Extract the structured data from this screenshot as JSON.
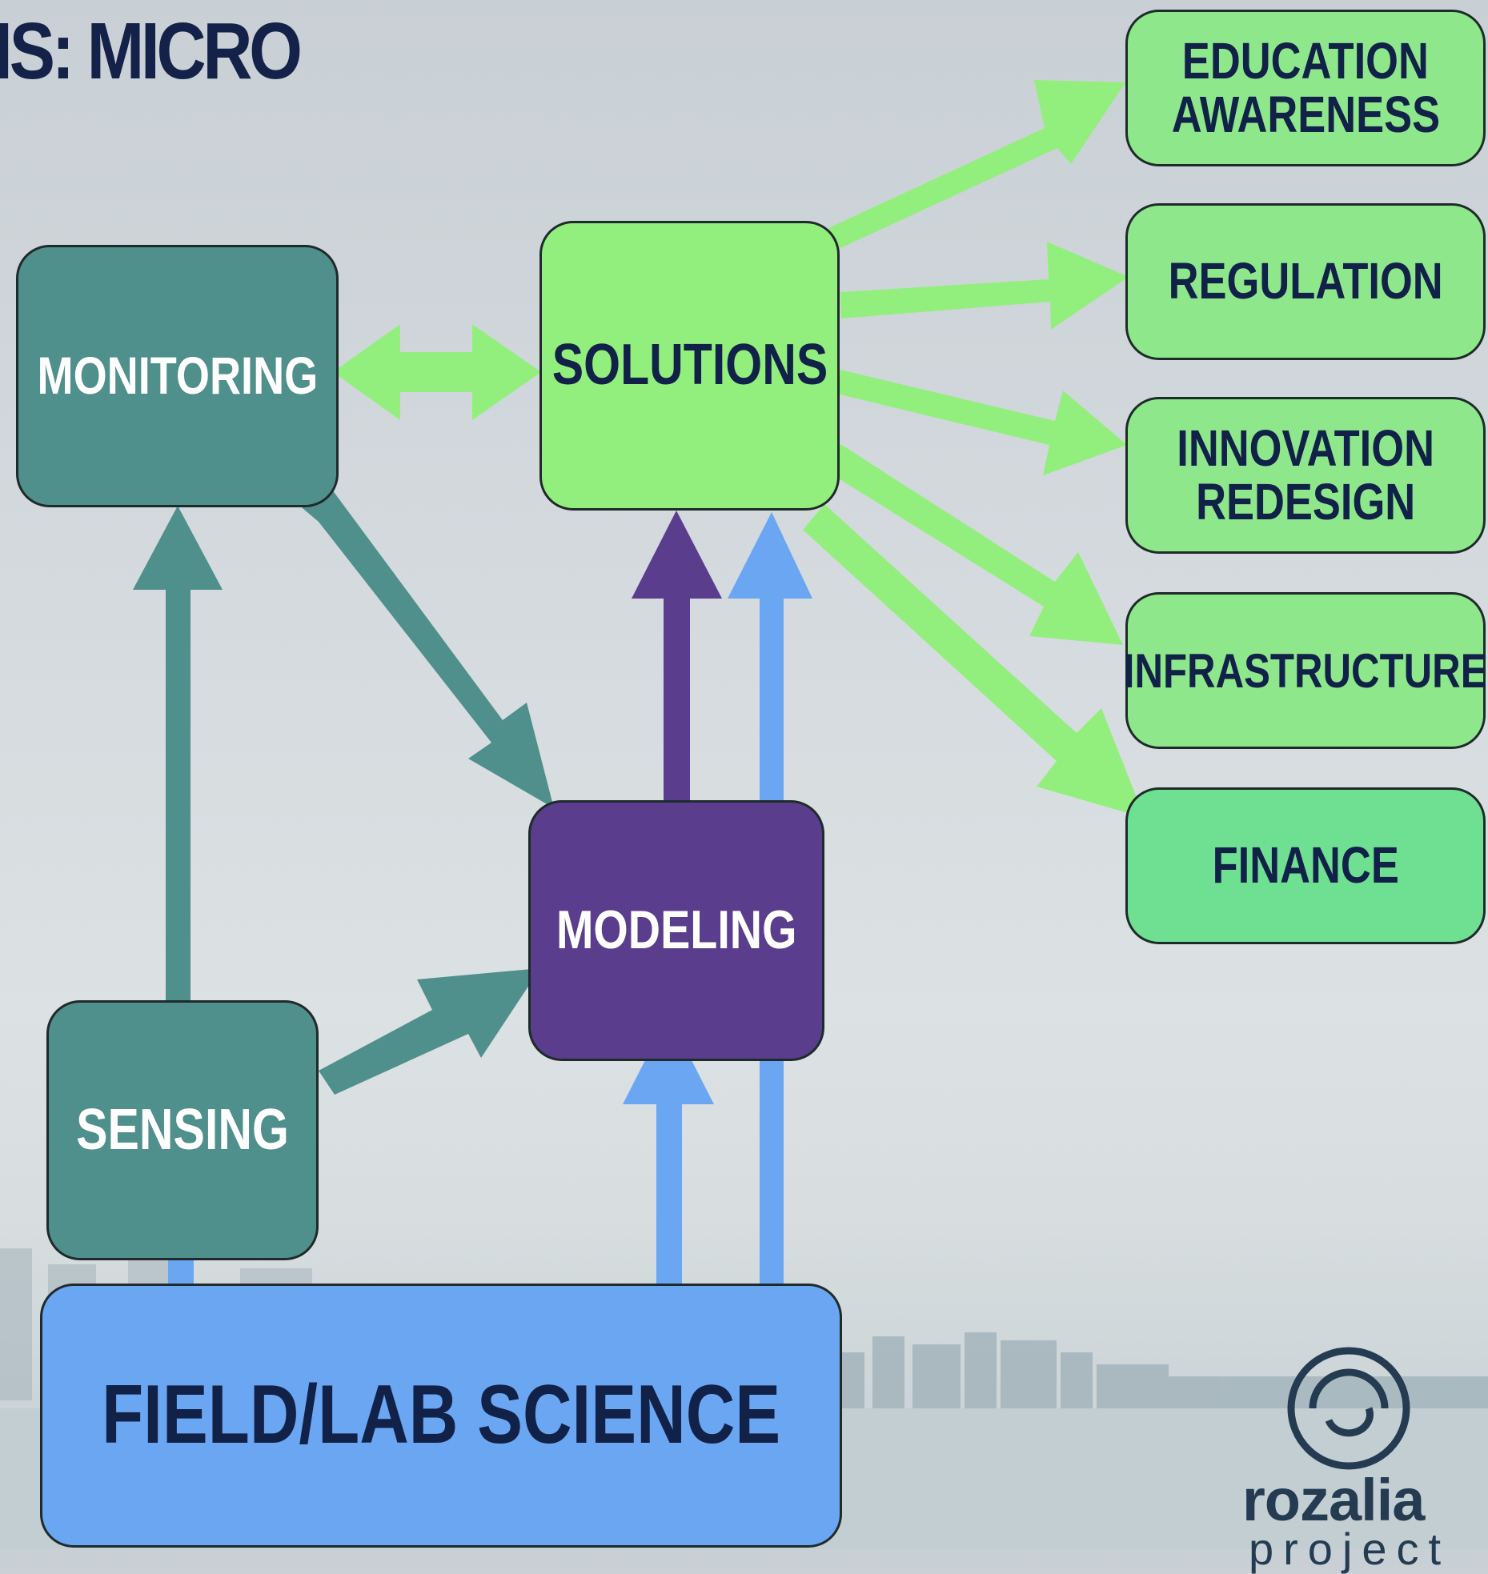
{
  "title": "IS: MICRO",
  "nodes": {
    "monitoring": "MONITORING",
    "solutions": "SOLUTIONS",
    "modeling": "MODELING",
    "sensing": "SENSING",
    "field_lab_science": "FIELD/LAB SCIENCE"
  },
  "outcomes": [
    {
      "line1": "EDUCATION",
      "line2": "AWARENESS"
    },
    {
      "line1": "REGULATION"
    },
    {
      "line1": "INNOVATION",
      "line2": "REDESIGN"
    },
    {
      "line1": "INFRASTRUCTURE"
    },
    {
      "line1": "FINANCE"
    }
  ],
  "logo": {
    "name": "rozalia",
    "sub": "project"
  },
  "colors": {
    "teal": "#4f8f8c",
    "purple": "#5a3d8c",
    "light_green": "#93ef7d",
    "blue": "#6aa6f2",
    "navy": "#112148"
  }
}
